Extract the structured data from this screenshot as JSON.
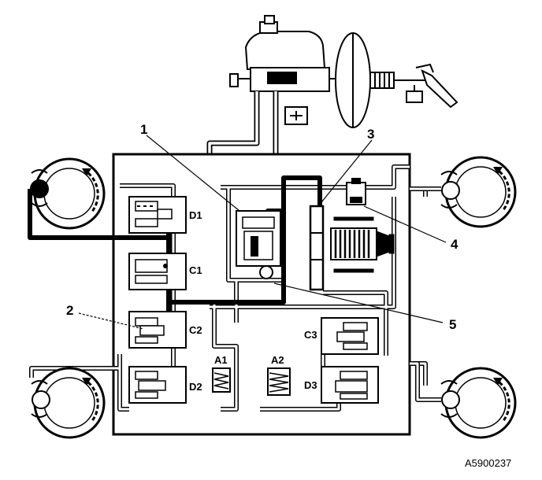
{
  "callouts": {
    "c1": "1",
    "c2": "2",
    "c3": "3",
    "c4": "4",
    "c5": "5"
  },
  "valves": {
    "d1": "D1",
    "c1": "C1",
    "c2": "C2",
    "d2": "D2",
    "c3": "C3",
    "d3": "D3"
  },
  "accumulators": {
    "a1": "A1",
    "a2": "A2"
  },
  "reference_code": "A5900237"
}
